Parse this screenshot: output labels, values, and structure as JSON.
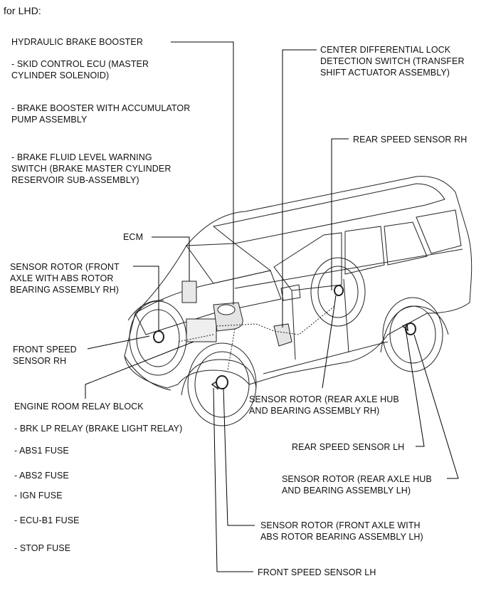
{
  "header": "for LHD:",
  "labels": {
    "hydraulic_booster": "HYDRAULIC BRAKE BOOSTER",
    "skid_control_ecu": "- SKID CONTROL ECU (MASTER\nCYLINDER SOLENOID)",
    "booster_accumulator": "- BRAKE BOOSTER WITH ACCUMULATOR\nPUMP ASSEMBLY",
    "fluid_level_switch": "- BRAKE FLUID LEVEL WARNING\nSWITCH (BRAKE MASTER CYLINDER\nRESERVOIR SUB-ASSEMBLY)",
    "ecm": "ECM",
    "sensor_rotor_front_rh": "SENSOR ROTOR (FRONT\nAXLE WITH ABS ROTOR\nBEARING ASSEMBLY RH)",
    "front_speed_sensor_rh": "FRONT SPEED\nSENSOR RH",
    "engine_room_relay_block": "ENGINE ROOM RELAY BLOCK",
    "brk_lp_relay": "- BRK LP RELAY (BRAKE LIGHT RELAY)",
    "abs1_fuse": "- ABS1 FUSE",
    "abs2_fuse": "- ABS2 FUSE",
    "ign_fuse": "- IGN FUSE",
    "ecu_b1_fuse": "- ECU-B1 FUSE",
    "stop_fuse": "- STOP FUSE",
    "center_diff_switch": "CENTER DIFFERENTIAL LOCK\nDETECTION SWITCH (TRANSFER\nSHIFT ACTUATOR ASSEMBLY)",
    "rear_speed_sensor_rh": "REAR SPEED SENSOR RH",
    "sensor_rotor_rear_rh": "SENSOR ROTOR (REAR AXLE HUB\nAND BEARING ASSEMBLY RH)",
    "rear_speed_sensor_lh": "REAR SPEED SENSOR LH",
    "sensor_rotor_rear_lh": "SENSOR ROTOR (REAR AXLE HUB\nAND BEARING ASSEMBLY LH)",
    "sensor_rotor_front_lh": "SENSOR ROTOR (FRONT AXLE WITH\nABS ROTOR BEARING ASSEMBLY LH)",
    "front_speed_sensor_lh": "FRONT SPEED SENSOR LH"
  }
}
